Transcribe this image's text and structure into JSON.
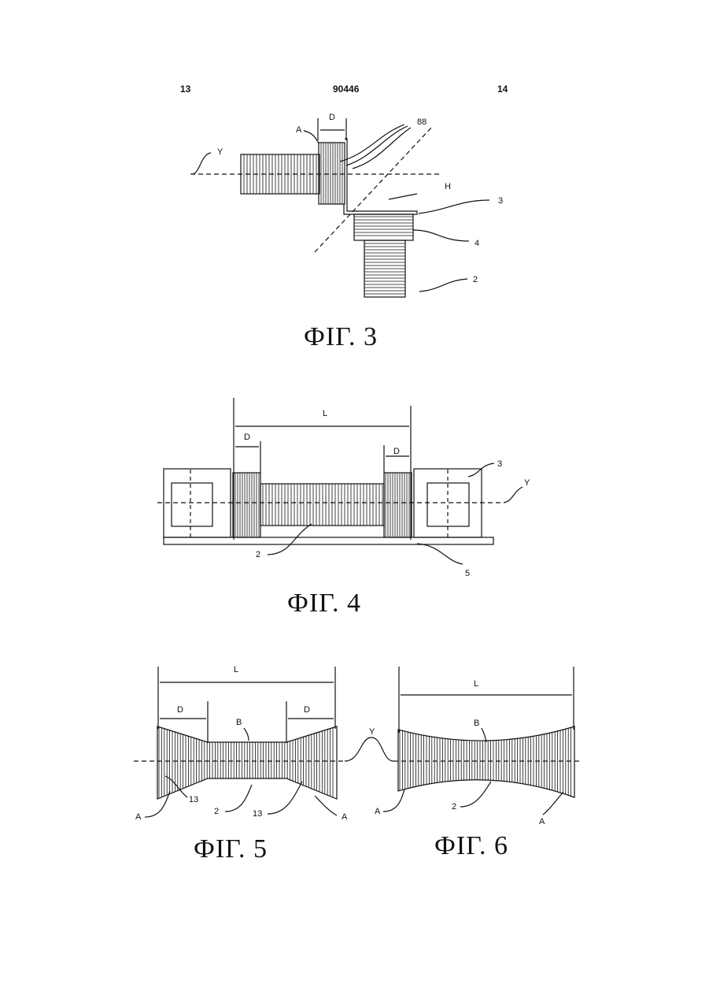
{
  "header": {
    "left_page": "13",
    "patent_number": "90446",
    "right_page": "14"
  },
  "fig3": {
    "caption": "ФІГ. 3",
    "labels": {
      "a": "A",
      "d": "D",
      "y": "Y",
      "n88": "88",
      "h": "H",
      "n3": "3",
      "n4": "4",
      "n2": "2"
    }
  },
  "fig4": {
    "caption": "ФІГ. 4",
    "labels": {
      "l": "L",
      "d1": "D",
      "d2": "D",
      "n3": "3",
      "y": "Y",
      "n2": "2",
      "n5": "5"
    }
  },
  "fig5": {
    "caption": "ФІГ. 5",
    "labels": {
      "l": "L",
      "d1": "D",
      "d2": "D",
      "b": "B",
      "y": "Y",
      "a1": "A",
      "n13a": "13",
      "n2": "2",
      "n13b": "13",
      "a2": "A"
    }
  },
  "fig6": {
    "caption": "ФІГ. 6",
    "labels": {
      "l": "L",
      "b": "B",
      "a1": "A",
      "n2": "2",
      "a2": "A"
    }
  }
}
